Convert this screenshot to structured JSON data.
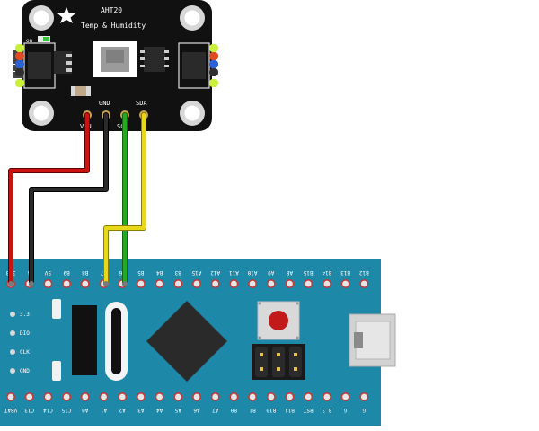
{
  "sensor": {
    "name": "AHT20",
    "subtitle": "Temp & Humidity",
    "on_label": "on",
    "pin_vin": "VIN",
    "pin_gnd": "GND",
    "pin_scl": "SCL",
    "pin_sda": "SDA",
    "board_color": "#111111"
  },
  "mcu": {
    "board_color": "#1e88a8",
    "top_pins": [
      "3.3",
      "G",
      "5V",
      "B9",
      "B8",
      "B7",
      "B6",
      "B5",
      "B4",
      "B3",
      "A15",
      "A12",
      "A11",
      "A10",
      "A9",
      "A8",
      "B15",
      "B14",
      "B13",
      "B12"
    ],
    "bottom_pins": [
      "VBAT",
      "C13",
      "C14",
      "C15",
      "A0",
      "A1",
      "A2",
      "A3",
      "A4",
      "A5",
      "A6",
      "A7",
      "B0",
      "B1",
      "B10",
      "B11",
      "RST",
      "3.3",
      "G",
      "G"
    ],
    "debug_pins": [
      "3.3",
      "DIO",
      "CLK",
      "GND"
    ]
  },
  "wires": {
    "vin_color": "#cc1111",
    "gnd_color": "#222222",
    "scl_color": "#22aa22",
    "sda_color": "#e8d81a"
  }
}
